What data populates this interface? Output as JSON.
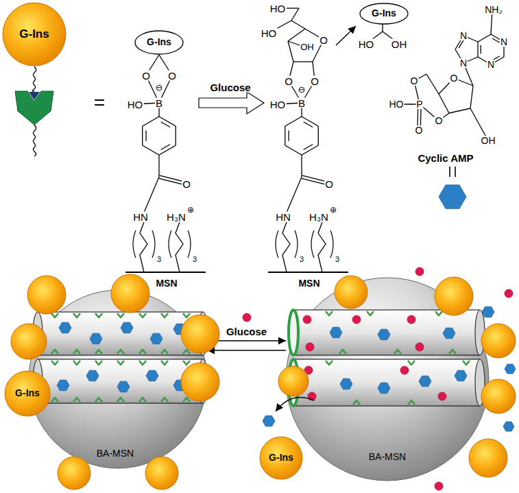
{
  "diagram": {
    "nodes": [
      {
        "text": [
          "G-Ins"
        ]
      },
      {
        "text": [
          "G-Ins"
        ]
      },
      {
        "text": [
          "G-Ins"
        ]
      },
      {
        "text": [
          "BA-MSN"
        ]
      },
      {
        "text": [
          "G-Ins"
        ]
      },
      {
        "text": [
          "BA-MSN"
        ]
      },
      {
        "text": [
          "G-Ins"
        ]
      }
    ],
    "edges": [
      {
        "from": 3,
        "to": 5,
        "label": "Glucose",
        "arrow": "to"
      },
      {
        "from": 5,
        "to": 3,
        "arrow": "to"
      }
    ],
    "labels": [
      "=",
      "O",
      "O",
      "⊖",
      "B",
      "HO",
      "O",
      "HN",
      "H₃N",
      "⊕",
      "3",
      "3",
      "MSN",
      "Glucose",
      "HO",
      "HO",
      "OH",
      "O",
      "O",
      "O",
      "⊖",
      "B",
      "HO",
      "O",
      "HN",
      "H₃N",
      "⊕",
      "3",
      "3",
      "MSN",
      "HO",
      "OH",
      "NH₂",
      "N",
      "N",
      "N",
      "N",
      "O",
      "O",
      "HO",
      "P",
      "O",
      "O",
      "OH",
      "Cyclic AMP"
    ]
  }
}
